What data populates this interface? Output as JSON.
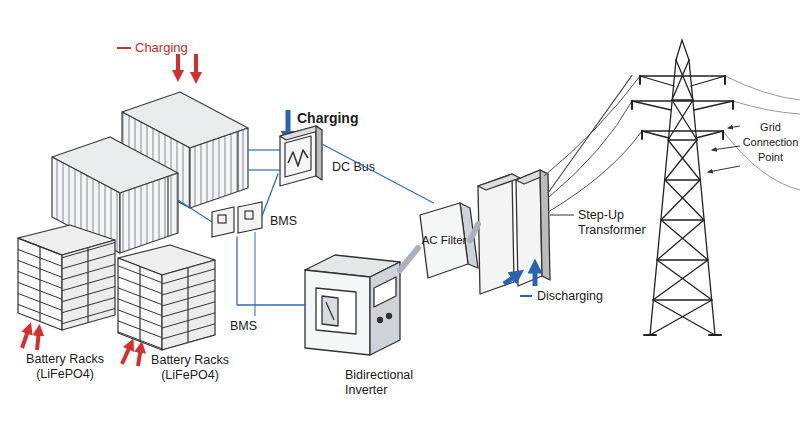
{
  "diagram": {
    "nodes": [
      {
        "text": [
          "Battery Racks (LiFePO4)"
        ]
      },
      {
        "text": [
          "Battery Racks (LiFePO4)"
        ]
      },
      {
        "text": [
          "DC Bus"
        ]
      },
      {
        "text": [
          "BMS"
        ]
      },
      {
        "text": [
          "Bidirectional Inverter"
        ]
      },
      {
        "text": [
          "AC Filter"
        ]
      },
      {
        "text": [
          "Step-Up Transformer"
        ]
      },
      {
        "text": [
          "Grid Connection Point"
        ]
      }
    ],
    "edges": [
      {
        "from": 2,
        "to": 3,
        "arrow": "none"
      },
      {
        "from": 3,
        "to": 4,
        "arrow": "none"
      },
      {
        "from": 4,
        "to": 5,
        "arrow": "none"
      },
      {
        "from": 5,
        "to": 6,
        "arrow": "none"
      },
      {
        "from": 6,
        "to": 7,
        "arrow": "none"
      },
      {
        "from": 2,
        "to": 5,
        "arrow": "none"
      }
    ],
    "labels": [
      "Charging",
      "Charging",
      "BMS",
      "Discharging"
    ]
  }
}
